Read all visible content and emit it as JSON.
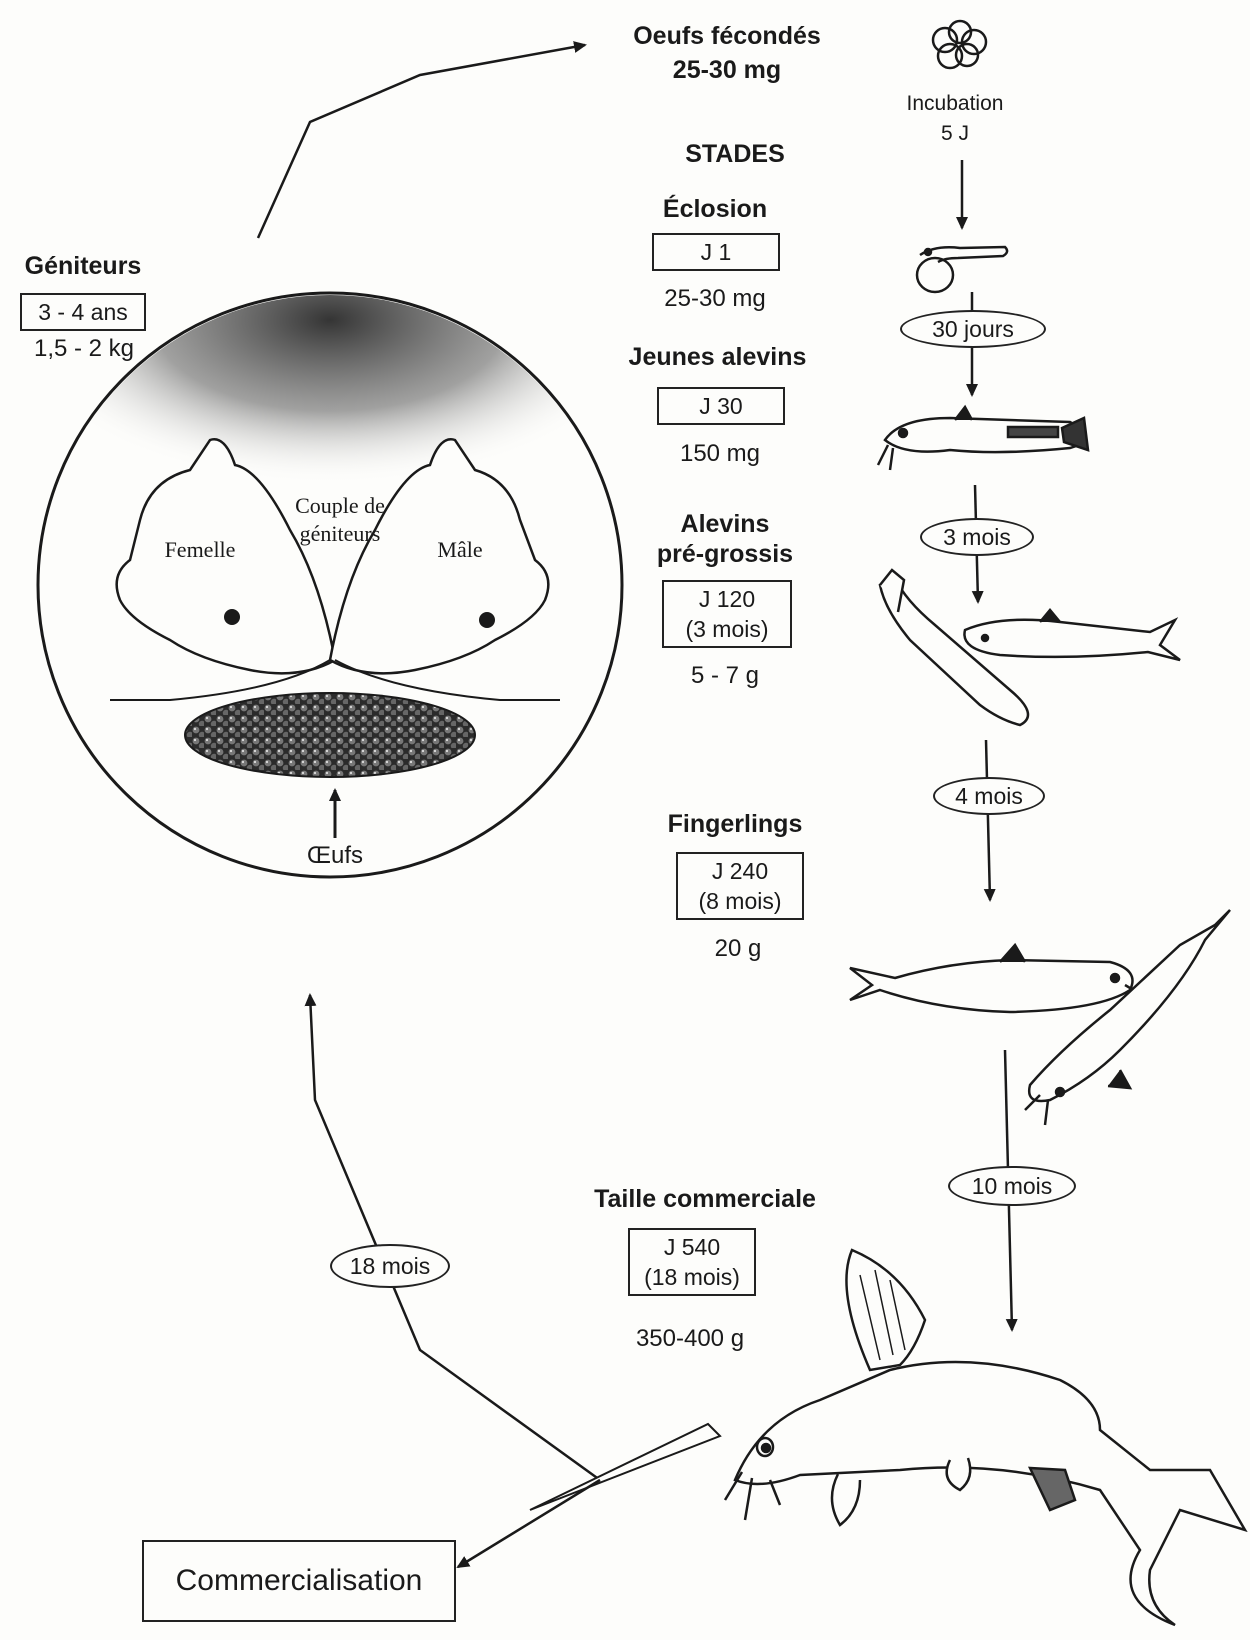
{
  "top": {
    "eggs_title": "Oeufs fécondés",
    "eggs_weight": "25-30 mg",
    "incubation": "Incubation",
    "incubation_days": "5 J",
    "stages_header": "STADES"
  },
  "geniteurs": {
    "title": "Géniteurs",
    "age": "3 - 4 ans",
    "weight": "1,5 - 2 kg"
  },
  "circle": {
    "couple_line1": "Couple de",
    "couple_line2": "géniteurs",
    "female": "Femelle",
    "male": "Mâle",
    "eggs": "Œufs"
  },
  "stages": [
    {
      "title": "Éclosion",
      "day": "J 1",
      "weight": "25-30 mg"
    },
    {
      "title": "Jeunes alevins",
      "day": "J 30",
      "weight": "150 mg"
    },
    {
      "title_line1": "Alevins",
      "title_line2": "pré-grossis",
      "day": "J 120",
      "months": "(3 mois)",
      "weight": "5 - 7 g"
    },
    {
      "title": "Fingerlings",
      "day": "J 240",
      "months": "(8 mois)",
      "weight": "20 g"
    },
    {
      "title": "Taille commerciale",
      "day": "J 540",
      "months": "(18 mois)",
      "weight": "350-400 g"
    }
  ],
  "durations": [
    "30 jours",
    "3 mois",
    "4 mois",
    "10 mois",
    "18 mois"
  ],
  "commercialisation": "Commercialisation"
}
